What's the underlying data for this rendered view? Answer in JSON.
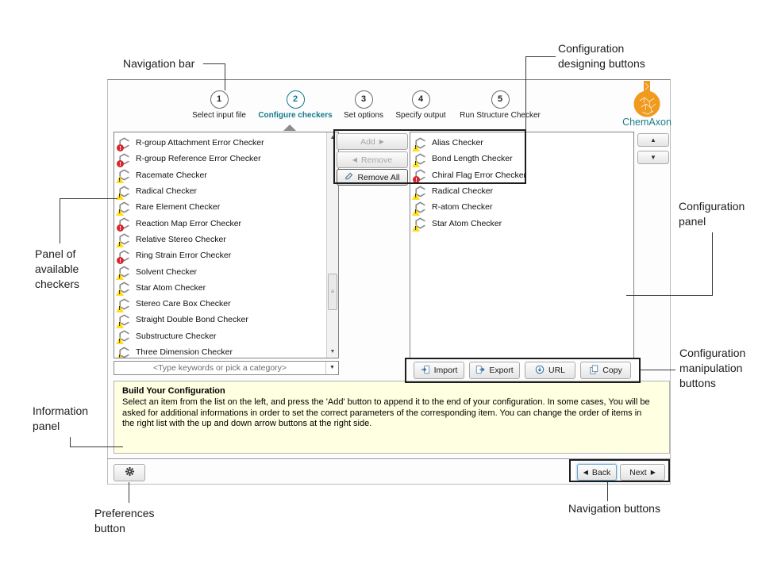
{
  "window": {
    "steps": [
      {
        "number": "1",
        "label": "Select input file",
        "active": false
      },
      {
        "number": "2",
        "label": "Configure checkers",
        "active": true
      },
      {
        "number": "3",
        "label": "Set options",
        "active": false
      },
      {
        "number": "4",
        "label": "Specify output",
        "active": false
      },
      {
        "number": "5",
        "label": "Run Structure Checker",
        "active": false
      }
    ],
    "logo_text": "ChemAxon",
    "available_checkers": {
      "items": [
        {
          "name": "R-group Attachment Error Checker",
          "severity": "error"
        },
        {
          "name": "R-group Reference Error Checker",
          "severity": "error"
        },
        {
          "name": "Racemate Checker",
          "severity": "warning"
        },
        {
          "name": "Radical Checker",
          "severity": "warning"
        },
        {
          "name": "Rare Element Checker",
          "severity": "warning"
        },
        {
          "name": "Reaction Map Error Checker",
          "severity": "error"
        },
        {
          "name": "Relative Stereo Checker",
          "severity": "warning"
        },
        {
          "name": "Ring Strain Error Checker",
          "severity": "error"
        },
        {
          "name": "Solvent Checker",
          "severity": "warning"
        },
        {
          "name": "Star Atom Checker",
          "severity": "warning"
        },
        {
          "name": "Stereo Care Box Checker",
          "severity": "warning"
        },
        {
          "name": "Straight Double Bond Checker",
          "severity": "warning"
        },
        {
          "name": "Substructure Checker",
          "severity": "warning"
        },
        {
          "name": "Three Dimension Checker",
          "severity": "warning"
        }
      ],
      "filter_placeholder": "<Type keywords or pick a category>"
    },
    "configured_checkers": {
      "items": [
        {
          "name": "Alias Checker",
          "severity": "warning"
        },
        {
          "name": "Bond Length Checker",
          "severity": "warning"
        },
        {
          "name": "Chiral Flag Error Checker",
          "severity": "error"
        },
        {
          "name": "Radical Checker",
          "severity": "warning"
        },
        {
          "name": "R-atom Checker",
          "severity": "warning"
        },
        {
          "name": "Star Atom Checker",
          "severity": "warning"
        }
      ],
      "up_glyph": "▲",
      "down_glyph": "▼"
    },
    "designing_buttons": {
      "add": "Add",
      "add_glyph": "▶",
      "remove": "Remove",
      "remove_glyph": "◀",
      "remove_all": "Remove All"
    },
    "manipulation_buttons": {
      "import": "Import",
      "export": "Export",
      "url": "URL",
      "copy": "Copy"
    },
    "info_panel": {
      "title": "Build Your Configuration",
      "body": "Select an item from the list on the left, and press the 'Add' button to append it to the end of your configuration. In some cases, You will be asked for additional informations in order to set the correct parameters of the corresponding item. You can change the order of items in the right list with the up and down arrow buttons at the right side."
    },
    "bottom_bar": {
      "back": "Back",
      "back_glyph": "◀",
      "next": "Next",
      "next_glyph": "▶"
    }
  },
  "annotations": {
    "navigation_bar": "Navigation bar",
    "designing_buttons": "Configuration designing buttons",
    "available_panel": "Panel of available checkers",
    "configuration_panel": "Configuration panel",
    "manipulation_buttons": "Configuration manipulation buttons",
    "information_panel": "Information panel",
    "preferences_button": "Preferences button",
    "navigation_buttons": "Navigation buttons"
  },
  "colors": {
    "accent_teal": "#14798b",
    "logo_orange": "#f09a1e",
    "error_red": "#d8262c",
    "warning_yellow": "#ffdf1f",
    "info_panel_bg": "#ffffe1"
  }
}
